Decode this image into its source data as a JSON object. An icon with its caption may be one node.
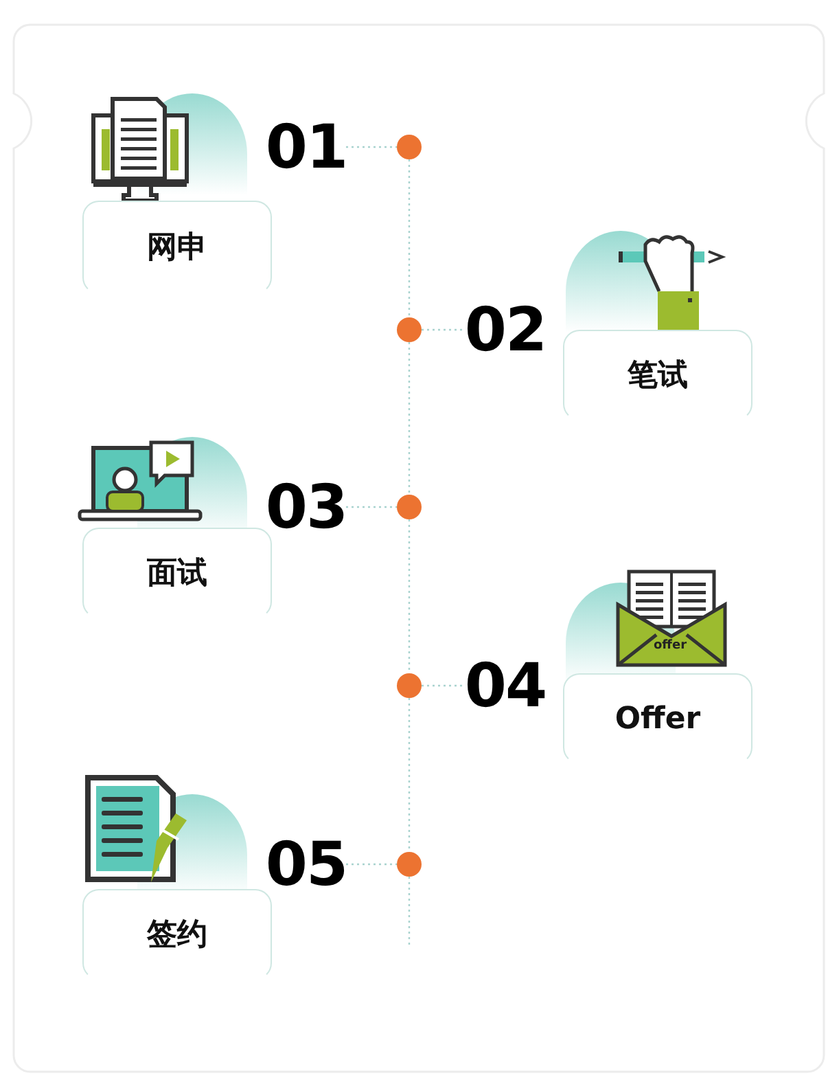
{
  "diagram": {
    "nodes": [
      {
        "text": [
          "网申"
        ]
      },
      {
        "text": [
          "01"
        ]
      },
      {
        "text": [],
        "shape": "circle"
      },
      {
        "text": [
          "笔试"
        ]
      },
      {
        "text": [
          "02"
        ]
      },
      {
        "text": [],
        "shape": "circle"
      },
      {
        "text": [
          "面试"
        ]
      },
      {
        "text": [
          "03"
        ]
      },
      {
        "text": [],
        "shape": "circle"
      },
      {
        "text": [
          "Offer"
        ]
      },
      {
        "text": [
          "04"
        ]
      },
      {
        "text": [],
        "shape": "circle"
      },
      {
        "text": [
          "签约"
        ]
      },
      {
        "text": [
          "05"
        ]
      },
      {
        "text": [],
        "shape": "circle"
      }
    ],
    "edges": [
      {
        "from": 1,
        "to": 2,
        "arrow": "none"
      },
      {
        "from": 2,
        "to": 5,
        "arrow": "none"
      },
      {
        "from": 5,
        "to": 4,
        "arrow": "none"
      },
      {
        "from": 5,
        "to": 8,
        "arrow": "none"
      },
      {
        "from": 7,
        "to": 8,
        "arrow": "none"
      },
      {
        "from": 8,
        "to": 11,
        "arrow": "none"
      },
      {
        "from": 11,
        "to": 10,
        "arrow": "none"
      },
      {
        "from": 11,
        "to": 14,
        "arrow": "none"
      },
      {
        "from": 13,
        "to": 14,
        "arrow": "none"
      },
      {
        "from": 14,
        "to": null,
        "arrow": "none"
      }
    ],
    "labels": [
      "offer"
    ]
  }
}
